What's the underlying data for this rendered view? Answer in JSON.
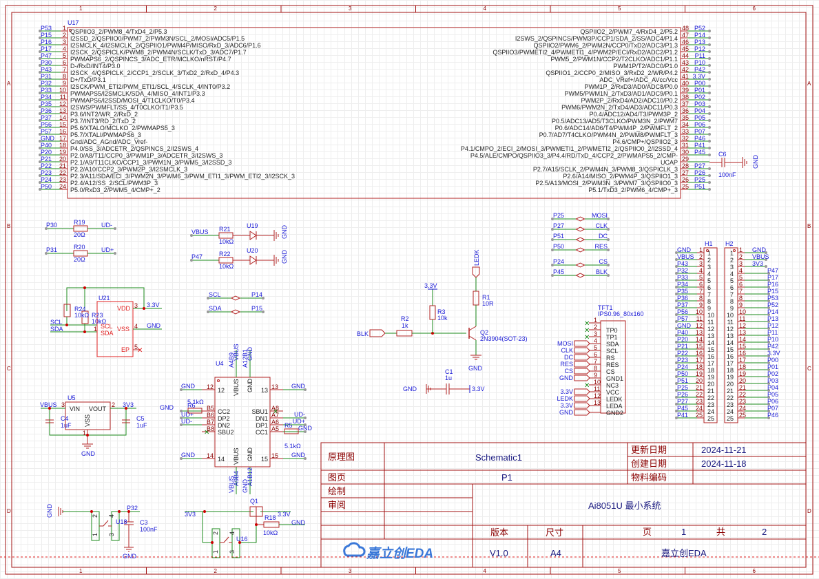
{
  "zones": {
    "cols": [
      "1",
      "2",
      "3",
      "4",
      "5",
      "6"
    ],
    "rows": [
      "A",
      "B",
      "C",
      "D"
    ]
  },
  "u17": {
    "ref": "U17",
    "left_pins": [
      {
        "num": "1",
        "net": "P53",
        "name": "QSPIIO3_2/PWM8_4/TxD4_2/P5.3"
      },
      {
        "num": "2",
        "net": "P15",
        "name": "I2SSD_2/QSPIIO0/PWM7_2/PWM3N/SCL_2/MOSI/ADC5/P1.5"
      },
      {
        "num": "3",
        "net": "P16",
        "name": "I2SMCLK_4/I2SMCLK_2/QSPIIO1/PWM4P/MISO/RxD_3/ADC6/P1.6"
      },
      {
        "num": "4",
        "net": "P17",
        "name": "I2SCK_2/QSPICLK/PWM8_2/PWM4N/SCLK/TxD_3/ADC7/P1.7"
      },
      {
        "num": "5",
        "net": "P47",
        "name": "PWMAPS6_2/QSPINCS_3/ADC_ETR/MCLKO/nRST/P4.7"
      },
      {
        "num": "6",
        "net": "P30",
        "name": "D-/RxD/INT4/P3.0"
      },
      {
        "num": "7",
        "net": "P43",
        "name": "I2SCK_4/QSPICLK_2/CCP1_2/SCLK_3/TxD2_2/RxD_4/P4.3"
      },
      {
        "num": "8",
        "net": "P31",
        "name": "D+/TxD/P3.1"
      },
      {
        "num": "9",
        "net": "P32",
        "name": "I2SCK/PWM_ETI2/PWM_ETI1/SCL_4/SCLK_4/INT0/P3.2"
      },
      {
        "num": "10",
        "net": "P33",
        "name": "PWMAPS5/I2SMCLK/SDA_4/MISO_4/INT1/P3.3"
      },
      {
        "num": "11",
        "net": "P34",
        "name": "PWMAPS6/I2SSD/MOSI_4/T1CLKO/T0/P3.4"
      },
      {
        "num": "12",
        "net": "P35",
        "name": "I2SWS/PWMFLT/SS_4/T0CLKO/T1/P3.5"
      },
      {
        "num": "13",
        "net": "P36",
        "name": "P3.6/INT2/WR_2/RxD_2"
      },
      {
        "num": "14",
        "net": "P37",
        "name": "P3.7/INT3/RD_2/TxD_2"
      },
      {
        "num": "15",
        "net": "P56",
        "name": "P5.6/XTALO/MCLKO_2/PWMAPS5_3"
      },
      {
        "num": "16",
        "net": "P57",
        "name": "P5.7/XTALI/PWMAPS6_3"
      },
      {
        "num": "17",
        "net": "GND",
        "name": "Gnd/ADC_AGnd/ADC_Vref-"
      },
      {
        "num": "18",
        "net": "P40",
        "name": "P4.0/SS_3/ADCETR_2/QSPINCS_2/I2SWS_4"
      },
      {
        "num": "19",
        "net": "P20",
        "name": "P2.0/A8/T11/CCP0_3/PWM1P_3/ADCETR_3/I2SWS_3"
      },
      {
        "num": "20",
        "net": "P21",
        "name": "P2.1/A9/T11CLKO/CCP1_3/PWM1N_3/PWM5_3/I2SSD_3"
      },
      {
        "num": "21",
        "net": "P22",
        "name": "P2.2/A10/CCP2_3/PWM2P_3/I2SMCLK_3"
      },
      {
        "num": "22",
        "net": "P23",
        "name": "P2.3/A11/SDA/ECI_3/PWM2N_3/PWM6_3/PWM_ETI1_3/PWM_ETI2_3/I2SCK_3"
      },
      {
        "num": "23",
        "net": "P24",
        "name": "P2.4/A12/SS_2/SCL/PWM3P_3"
      },
      {
        "num": "24",
        "net": "P50",
        "name": "P5.0/RxD3_2/PWM5_4/CMP+_2"
      }
    ],
    "right_pins": [
      {
        "num": "48",
        "net": "P52",
        "name": "QSPIIO2_2/PWM7_4/RxD4_2/P5.2"
      },
      {
        "num": "47",
        "net": "P14",
        "name": "I2SWS_2/QSPINCS/PWM3P/CCP1/SDA_2/SS/ADC4/P1.4"
      },
      {
        "num": "46",
        "net": "P13",
        "name": "QSPIIO2/PWM6_2/PWM2N/CCP0/TxD2/ADC3/P1.3"
      },
      {
        "num": "45",
        "net": "P12",
        "name": "QSPIIO3/PWMETI2_4/PWMETI1_4/PWM2P/ECI/RxD2/ADC2/P1.2"
      },
      {
        "num": "44",
        "net": "P11",
        "name": "PWM5_2/PWM1N/CCP2/T2CLKO/ADC1/P1.1"
      },
      {
        "num": "43",
        "net": "P10",
        "name": "PWM1P/T2/ADC0/P1.0"
      },
      {
        "num": "42",
        "net": "P42",
        "name": "QSPIIO1_2/CCP0_2/MISO_3/RxD2_2/WR/P4.2"
      },
      {
        "num": "41",
        "net": "3.3V",
        "name": "ADC_VRef+/ADC_AVcc/Vcc"
      },
      {
        "num": "40",
        "net": "P00",
        "name": "PWM1P_2/RxD3/AD0/ADC8/P0.0"
      },
      {
        "num": "39",
        "net": "P01",
        "name": "PWM5/PWM1N_2/TxD3/AD1/ADC9/P0.1"
      },
      {
        "num": "38",
        "net": "P02",
        "name": "PWM2P_2/RxD4/AD2/ADC10/P0.2"
      },
      {
        "num": "37",
        "net": "P03",
        "name": "PWM6/PWM2N_2/TxD4/AD3/ADC11/P0.3"
      },
      {
        "num": "36",
        "net": "P04",
        "name": "P0.4/ADC12/AD4/T3/PWM3P_2"
      },
      {
        "num": "35",
        "net": "P05",
        "name": "P0.5/ADC13/AD5/T3CLKO/PWM3N_2/PWM7"
      },
      {
        "num": "34",
        "net": "P06",
        "name": "P0.6/ADC14/AD6/T4/PWM4P_2/PWMFLT_2"
      },
      {
        "num": "33",
        "net": "P07",
        "name": "P0.7/AD7/T4CLKO/PWM4N_2/PWM8/PWMFLT_3"
      },
      {
        "num": "32",
        "net": "P46",
        "name": "P4.6/CMP+/QSPIIO2_3"
      },
      {
        "num": "31",
        "net": "P41",
        "name": "P4.1/CMPO_2/ECI_2/MOSI_3/PWMETI1_2/PWMETI2_2/QSPIIO0_2/I2SSD_4"
      },
      {
        "num": "30",
        "net": "P45",
        "name": "P4.5/ALE/CMPO/QSPIIO3_3/P4.4/RD/TxD_4/CCP2_2/PWMAPS5_2/CMP-"
      },
      {
        "num": "29",
        "net": "",
        "name": "UCAP"
      },
      {
        "num": "28",
        "net": "P27",
        "name": "P2.7/A15/SCLK_2/PWM4N_3/PWM8_3/QSPICLK_3"
      },
      {
        "num": "27",
        "net": "P26",
        "name": "P2.6/A14/MISO_2/PWM4P_3/QSPIIO1_3"
      },
      {
        "num": "26",
        "net": "P25",
        "name": "P2.5/A13/MOSI_2/PWM3N_3/PWM7_3/QSPIIO0_3"
      },
      {
        "num": "25",
        "net": "P51",
        "name": "P5.1/TxD3_2/PWM6_4/CMP+_3"
      }
    ]
  },
  "c6": {
    "ref": "C6",
    "value": "100nF",
    "gnd": "GND"
  },
  "usb_res": [
    {
      "ref": "R19",
      "value": "20Ω",
      "left": "P30",
      "right": "UD-"
    },
    {
      "ref": "R20",
      "value": "20Ω",
      "left": "P31",
      "right": "UD+"
    }
  ],
  "leds": [
    {
      "net": "VBUS",
      "rref": "R21",
      "rval": "10kΩ",
      "led": "U19",
      "gnd": "GND"
    },
    {
      "net": "P47",
      "rref": "R22",
      "rval": "10kΩ",
      "led": "U20",
      "gnd": "GND"
    }
  ],
  "u21": {
    "ref": "U21",
    "r24": "R24",
    "r24v": "10kΩ",
    "r23": "R23",
    "r23v": "10kΩ",
    "scl": "SCL",
    "sda": "SDA",
    "vdd": "VDD",
    "vss": "VSS",
    "ep": "EP",
    "pin_scl": "SCL",
    "pin_sda": "SDA",
    "n3": "3",
    "n4": "4",
    "n5": "5",
    "n1": "1",
    "v33": "3.3V",
    "gnd": "GND"
  },
  "i2c_links": [
    {
      "left": "SCL",
      "right": "P14"
    },
    {
      "left": "SDA",
      "right": "P15"
    }
  ],
  "u5": {
    "ref": "U5",
    "vin": "VIN",
    "vout": "VOUT",
    "vss": "VSS",
    "n3": "3",
    "n2": "2",
    "n1": "1",
    "in_net": "VBUS",
    "out_net": "3V3",
    "c4": "C4",
    "c4v": "1uF",
    "c5": "C5",
    "c5v": "1uF",
    "gnd": "GND"
  },
  "u4": {
    "ref": "U4",
    "top_a": "A4B9",
    "top_a_net": "VBUS",
    "top_b": "A12B1",
    "top_b_net": "GND",
    "bot_a": "A9B4",
    "bot_a_net": "VBUS",
    "bot_b": "A1B12",
    "bot_b_net": "GND",
    "pins_left": [
      {
        "num": "12",
        "name": "12",
        "net": "GND"
      },
      {
        "num": "B5",
        "name": "CC2",
        "net": "GND"
      },
      {
        "num": "B6",
        "name": "DP2",
        "net": "UD+"
      },
      {
        "num": "B7",
        "name": "DN2",
        "net": "UD-"
      },
      {
        "num": "B8",
        "name": "SBU2",
        "net": ""
      },
      {
        "num": "14",
        "name": "14",
        "net": "GND"
      }
    ],
    "pins_right": [
      {
        "num": "13",
        "name": "13",
        "net": "GND"
      },
      {
        "num": "A8",
        "name": "SBU1",
        "net": ""
      },
      {
        "num": "A7",
        "name": "DN1",
        "net": "UD-"
      },
      {
        "num": "A6",
        "name": "DP1",
        "net": "UD+"
      },
      {
        "num": "A5",
        "name": "CC1",
        "net": "GND"
      },
      {
        "num": "15",
        "name": "15",
        "net": "GND"
      }
    ],
    "vbus": "VBUS",
    "gnd": "GND",
    "r6": "R6",
    "r6v": "5.1kΩ",
    "r5": "R5",
    "r5v": "5.1kΩ"
  },
  "bl": {
    "blk": "BLK",
    "r2": "R2",
    "r2v": "1k",
    "r3": "R3",
    "r3v": "10k",
    "v33": "3.3V",
    "r1": "R1",
    "r1v": "10R",
    "ledk": "LEDK",
    "q2": "Q2",
    "q2v": "2N3904(SOT-23)",
    "gnd": "GND"
  },
  "c1": {
    "ref": "C1",
    "value": "1u",
    "gnd": "GND",
    "v33": "3.3V"
  },
  "tft_links": [
    {
      "left": "P25",
      "right": "MOSI"
    },
    {
      "left": "P27",
      "right": "CLK"
    },
    {
      "left": "P51",
      "right": "DC"
    },
    {
      "left": "P50",
      "right": "RES"
    },
    {
      "left": "P24",
      "right": "CS"
    },
    {
      "left": "P45",
      "right": "BLK"
    }
  ],
  "tft": {
    "ref": "TFT1",
    "value": "IPS0.96_80x160",
    "pins": [
      {
        "num": "1",
        "name": "",
        "net": ""
      },
      {
        "num": "2",
        "name": "TP0",
        "net": ""
      },
      {
        "num": "3",
        "name": "TP1",
        "net": ""
      },
      {
        "num": "4",
        "name": "SDA",
        "net": "MOSI"
      },
      {
        "num": "5",
        "name": "SCL",
        "net": "CLK"
      },
      {
        "num": "6",
        "name": "RS",
        "net": "DC"
      },
      {
        "num": "7",
        "name": "RES",
        "net": "RES"
      },
      {
        "num": "8",
        "name": "CS",
        "net": "CS"
      },
      {
        "num": "9",
        "name": "GND1",
        "net": "GND"
      },
      {
        "num": "10",
        "name": "NC3",
        "net": ""
      },
      {
        "num": "11",
        "name": "VCC",
        "net": "3.3V"
      },
      {
        "num": "12",
        "name": "LEDK",
        "net": "LEDK"
      },
      {
        "num": "13",
        "name": "LEDA",
        "net": "3.3V"
      },
      {
        "num": "",
        "name": "GND2",
        "net": "GND"
      }
    ]
  },
  "h1": {
    "ref": "H1",
    "nets": [
      "GND",
      "VBUS",
      "P43",
      "P32",
      "P33",
      "P34",
      "P35",
      "P36",
      "P37",
      "P56",
      "P57",
      "GND",
      "P40",
      "P20",
      "P21",
      "P22",
      "P23",
      "P24",
      "P50",
      "P51",
      "P25",
      "P26",
      "P27",
      "P45",
      "P41"
    ]
  },
  "h2": {
    "ref": "H2",
    "nets": [
      "GND",
      "VBUS",
      "3V3",
      "P47",
      "P17",
      "P16",
      "P15",
      "P53",
      "P52",
      "P14",
      "P13",
      "P12",
      "P11",
      "P10",
      "P42",
      "3.3V",
      "P00",
      "P01",
      "P02",
      "P03",
      "P04",
      "P05",
      "P06",
      "P07",
      "P46"
    ]
  },
  "u18": {
    "ref": "U18",
    "gnd": "GND",
    "net": "P32",
    "c3": "C3",
    "c3v": "100nF",
    "gnd2": "GND",
    "p1": "1",
    "p2": "2",
    "p3": "3",
    "p4": "4"
  },
  "u16": {
    "ref": "U16",
    "v3v3": "3V3",
    "q1": "Q1",
    "r18": "R18",
    "r18v": "10kΩ",
    "v33": "3.3V",
    "gnd": "GND",
    "p1": "1",
    "p2": "2",
    "p3": "3",
    "p4": "4"
  },
  "title_block": {
    "schematic_label": "原理图",
    "schematic_value": "Schematic1",
    "page_label": "图页",
    "page_value": "P1",
    "drawn_label": "绘制",
    "review_label": "审阅",
    "updated_label": "更新日期",
    "updated_value": "2024-11-21",
    "created_label": "创建日期",
    "created_value": "2024-11-18",
    "material_label": "物料编码",
    "material_value": "",
    "project_title": "Ai8051U 最小系统",
    "version_label": "版本",
    "version_value": "V1.0",
    "size_label": "尺寸",
    "size_value": "A4",
    "page_word": "页",
    "page_num": "1",
    "total_word": "共",
    "total_num": "2",
    "logo_text": "嘉立创EDA",
    "company": "嘉立创EDA"
  },
  "colors": {
    "wire": "#1a8a1a",
    "part": "#b22222",
    "net": "#1a1ad6",
    "frame": "#a01010"
  }
}
